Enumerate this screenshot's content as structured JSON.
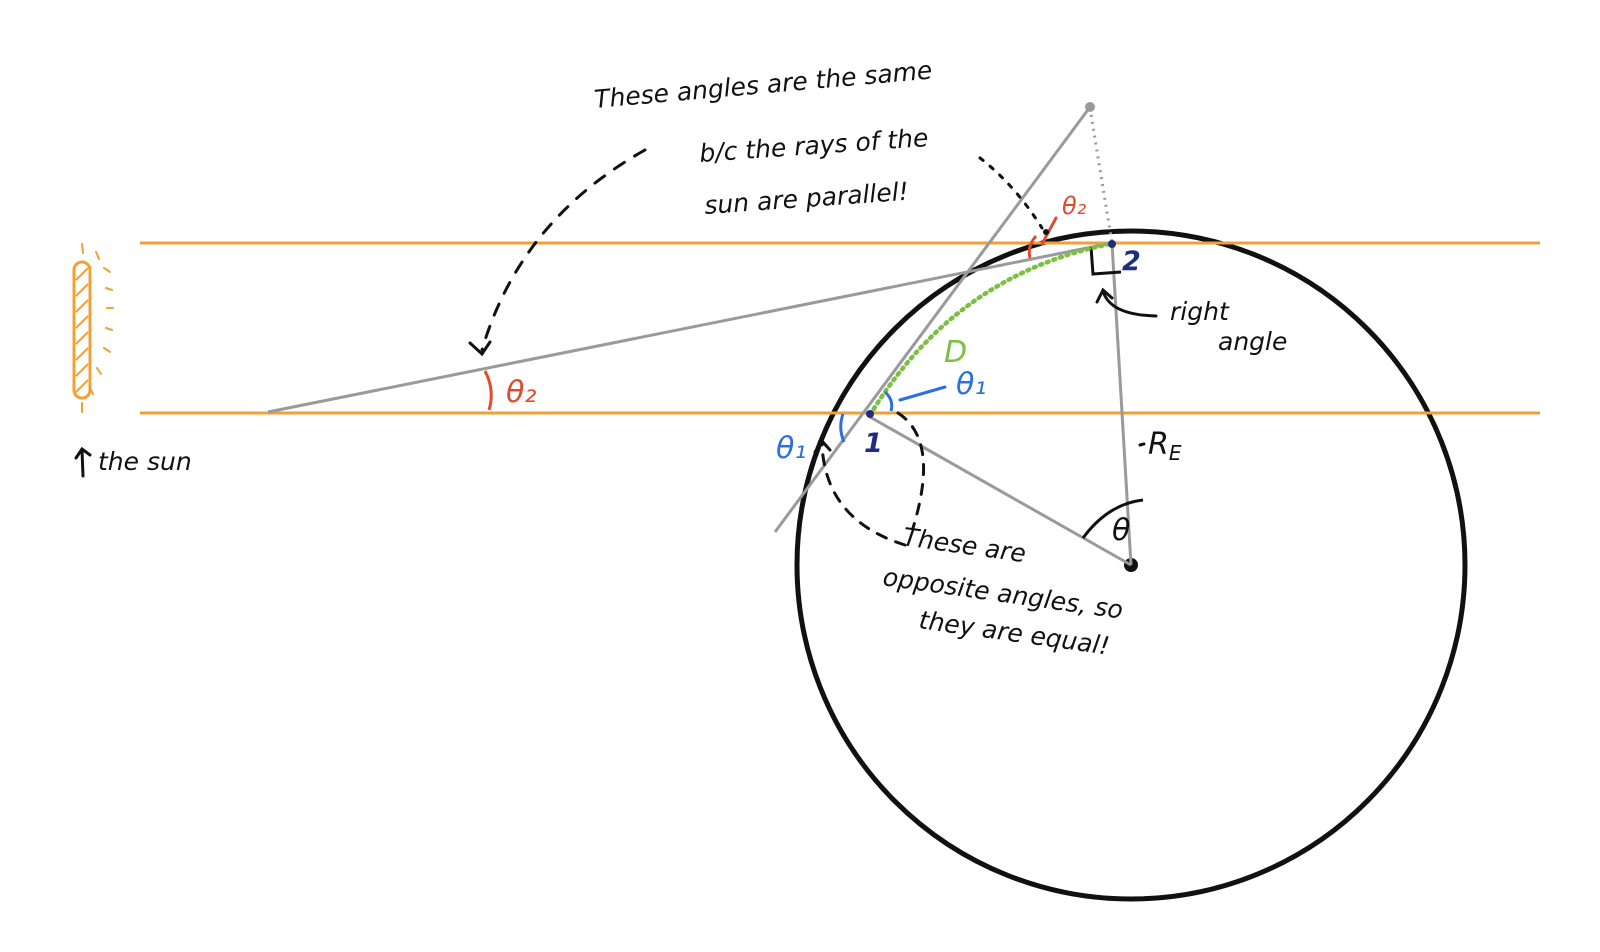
{
  "colors": {
    "sun_ray": "#EFA036",
    "construction_line": "#9A9A9A",
    "earth_outline": "#111111",
    "angle_theta1": "#2E6FE0",
    "angle_theta2": "#E04A2E",
    "arc_distance": "#7BC043",
    "point_label": "#1F2D80",
    "annotation": "#111111"
  },
  "labels": {
    "sun_caption": "the sun",
    "note_parallel": [
      "These angles are the same",
      "b/c the rays of the",
      "sun are parallel!"
    ],
    "note_opposite": [
      "These are",
      "opposite angles, so",
      "they are equal!"
    ],
    "note_right_angle": [
      "right",
      "angle"
    ],
    "theta1": "θ₁",
    "theta2": "θ₂",
    "theta": "θ",
    "distance": "D",
    "radius": "R",
    "radius_sub": "E",
    "point1": "1",
    "point2": "2"
  },
  "icons": {
    "sun": "sun-icon",
    "right_angle": "right-angle-marker-icon",
    "center": "earth-center-dot-icon"
  }
}
